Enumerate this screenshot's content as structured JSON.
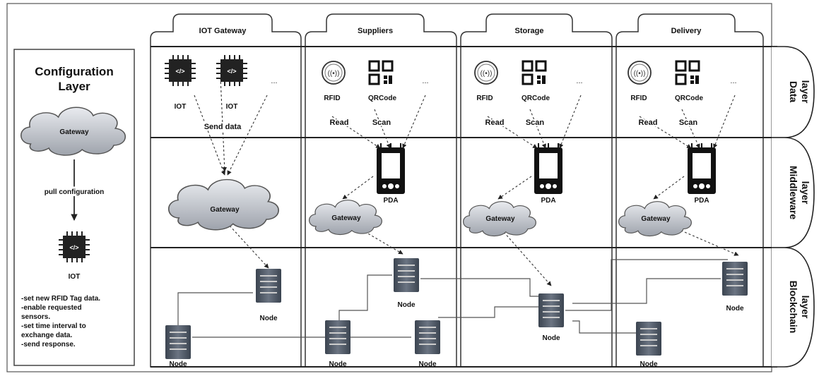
{
  "config_layer": {
    "title_line1": "Configuration",
    "title_line2": "Layer",
    "gateway_label": "Gateway",
    "pull_label": "pull configuration",
    "iot_label": "IOT",
    "notes": [
      "-set new RFID Tag data.",
      "-enable requested",
      "sensors.",
      "-set time interval to",
      "exchange data.",
      "-send response."
    ]
  },
  "columns": [
    {
      "tab": "IOT Gateway"
    },
    {
      "tab": "Suppliers"
    },
    {
      "tab": "Storage"
    },
    {
      "tab": "Delivery"
    }
  ],
  "layers": [
    {
      "line1": "Data",
      "line2": "layer"
    },
    {
      "line1": "Middleware",
      "line2": "layer"
    },
    {
      "line1": "Blockchain",
      "line2": "layer"
    }
  ],
  "labels": {
    "iot": "IOT",
    "ellipsis": "...",
    "send_data": "Send data",
    "rfid": "RFID",
    "qrcode": "QRCode",
    "read": "Read",
    "scan": "Scan",
    "pda": "PDA",
    "gateway": "Gateway",
    "node": "Node"
  },
  "colors": {
    "border": "#333333",
    "cloud_fill": "#c4c8d0",
    "server_fill": "#4a5563",
    "device_fill": "#222222"
  }
}
